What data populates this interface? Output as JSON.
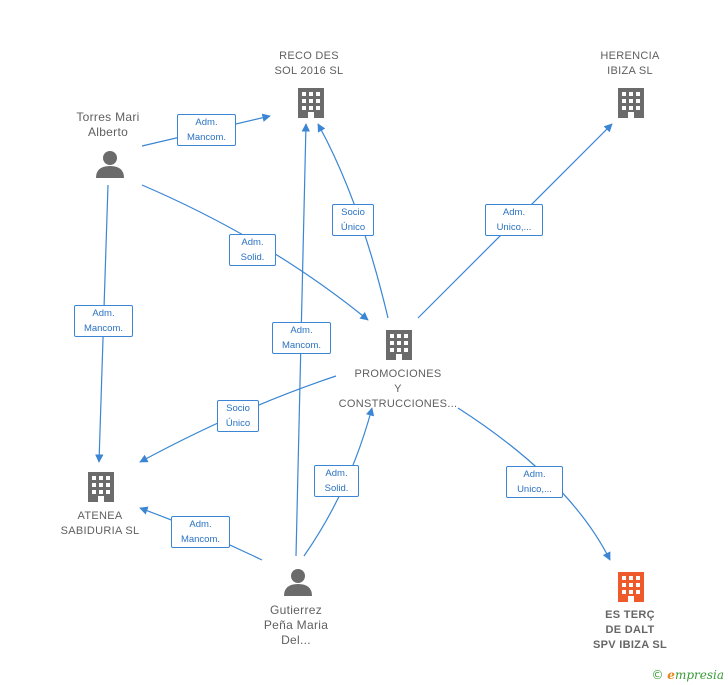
{
  "nodes": {
    "reco": {
      "line1": "RECO DES",
      "line2": "SOL 2016   SL"
    },
    "herencia": {
      "line1": "HERENCIA",
      "line2": "IBIZA  SL"
    },
    "torres": {
      "line1": "Torres Mari",
      "line2": "Alberto"
    },
    "promociones": {
      "line1": "PROMOCIONES",
      "line2": "Y",
      "line3": "CONSTRUCCIONES..."
    },
    "atenea": {
      "line1": "ATENEA",
      "line2": "SABIDURIA SL"
    },
    "gutierrez": {
      "line1": "Gutierrez",
      "line2": "Peña Maria",
      "line3": "Del..."
    },
    "esterc": {
      "line1": "ES TERÇ",
      "line2": "DE DALT",
      "line3": "SPV IBIZA  SL"
    }
  },
  "edges": {
    "e1": {
      "l1": "Adm.",
      "l2": "Mancom."
    },
    "e2": {
      "l1": "Adm.",
      "l2": "Solid."
    },
    "e3": {
      "l1": "Adm.",
      "l2": "Mancom."
    },
    "e4": {
      "l1": "Socio",
      "l2": "Único"
    },
    "e5": {
      "l1": "Adm.",
      "l2": "Unico,..."
    },
    "e6": {
      "l1": "Adm.",
      "l2": "Mancom."
    },
    "e7": {
      "l1": "Socio",
      "l2": "Único"
    },
    "e8": {
      "l1": "Adm.",
      "l2": "Solid."
    },
    "e9": {
      "l1": "Adm.",
      "l2": "Mancom."
    },
    "e10": {
      "l1": "Adm.",
      "l2": "Unico,..."
    }
  },
  "brand": {
    "copyright": "©",
    "e": "e",
    "rest": "mpresia"
  },
  "colors": {
    "edge": "#3a86d4",
    "icon": "#6b6b6b",
    "highlight": "#ef5a2a"
  }
}
